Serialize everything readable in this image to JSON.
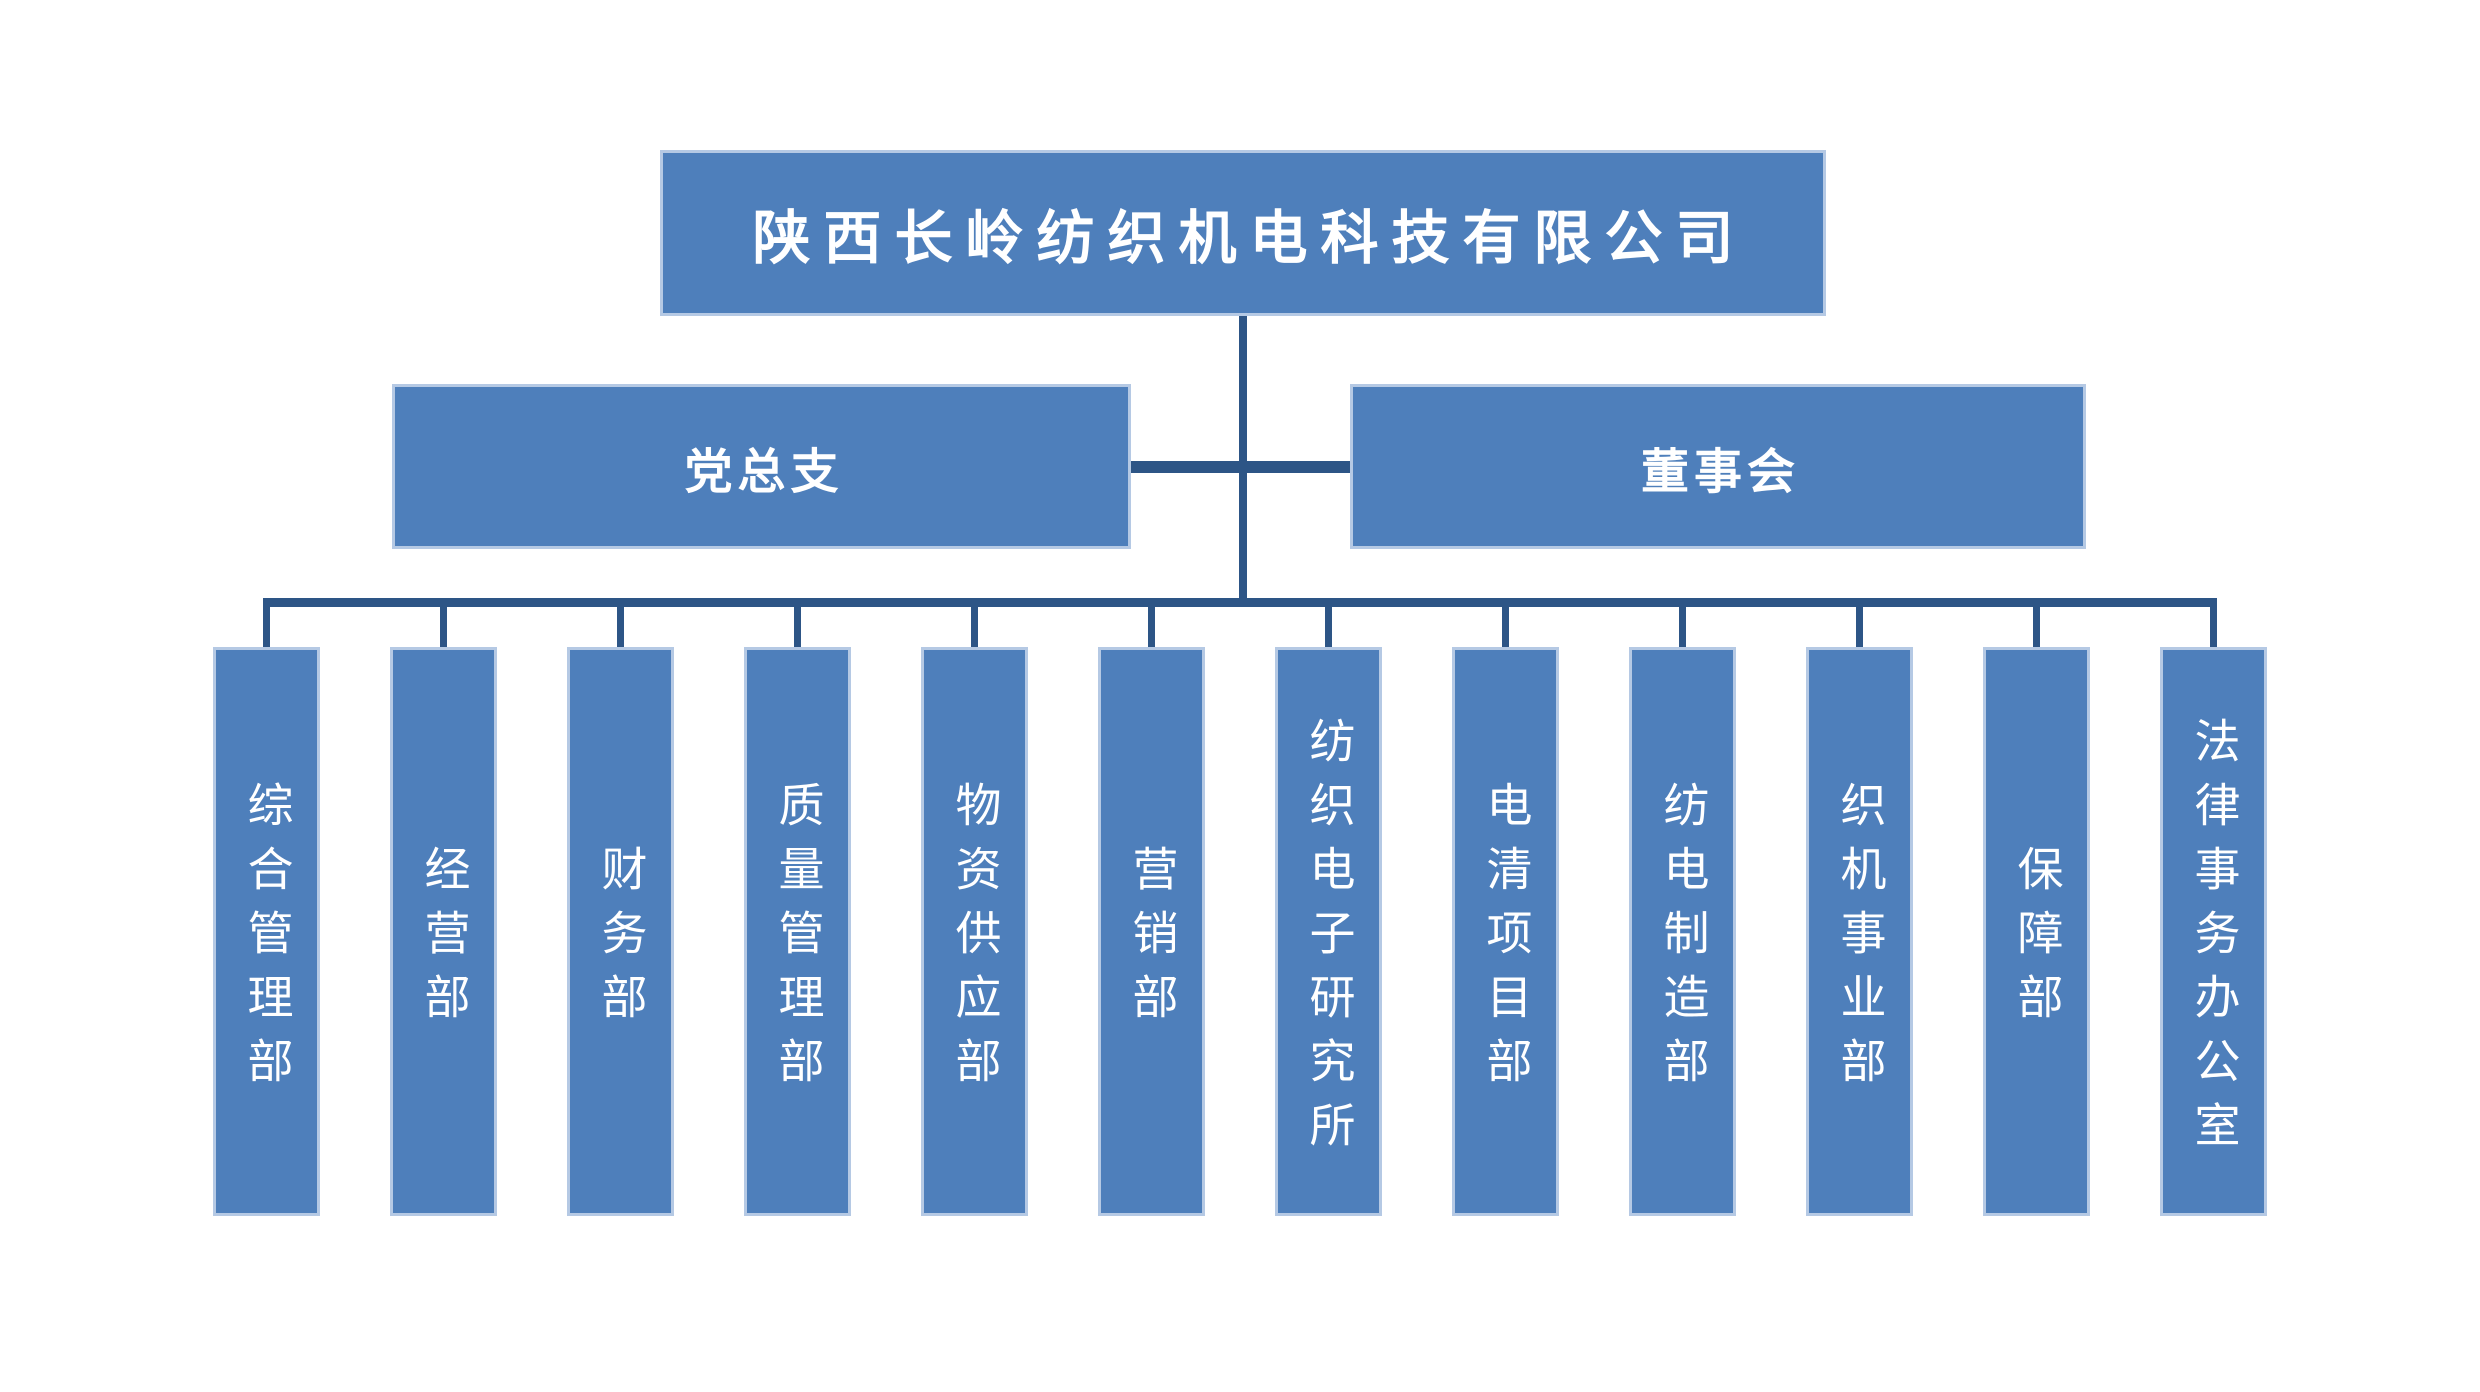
{
  "org_chart": {
    "root": {
      "label": "陕西长岭纺织机电科技有限公司"
    },
    "level2": [
      {
        "id": "party-general-branch",
        "label": "党总支"
      },
      {
        "id": "board-of-directors",
        "label": "董事会"
      }
    ],
    "departments": [
      {
        "label": "综合管理部"
      },
      {
        "label": "经营部"
      },
      {
        "label": "财务部"
      },
      {
        "label": "质量管理部"
      },
      {
        "label": "物资供应部"
      },
      {
        "label": "营销部"
      },
      {
        "label": "纺织电子研究所"
      },
      {
        "label": "电清项目部"
      },
      {
        "label": "纺电制造部"
      },
      {
        "label": "织机事业部"
      },
      {
        "label": "保障部"
      },
      {
        "label": "法律事务办公室"
      }
    ],
    "colors": {
      "background": "#FFFFFF",
      "box_fill": "#4E7FBB",
      "box_edge": "#B5C9E4",
      "connector": "#2D5586",
      "text": "#FFFFFF"
    }
  }
}
